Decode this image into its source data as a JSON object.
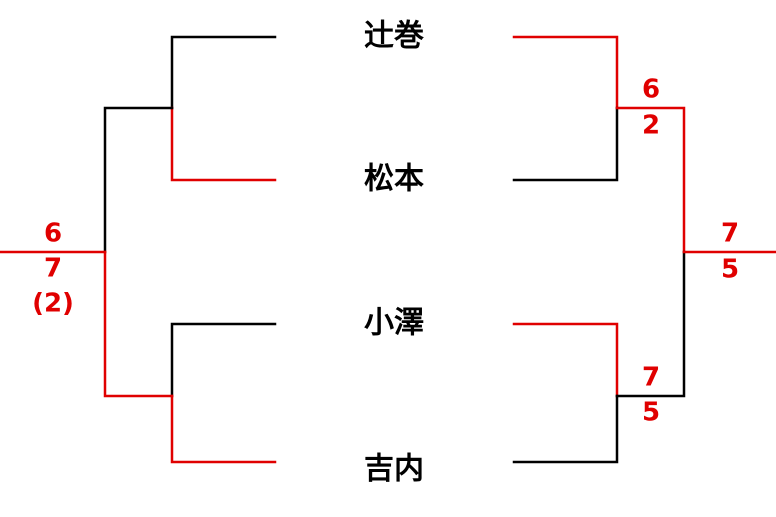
{
  "colors": {
    "win": "#e00000",
    "lose": "#000000"
  },
  "players": [
    "辻巻",
    "松本",
    "小澤",
    "吉内"
  ],
  "left_bracket": {
    "final_scores": [
      "6",
      "7",
      "(2)"
    ]
  },
  "right_bracket": {
    "semi_1_scores": [
      "6",
      "2"
    ],
    "semi_2_scores": [
      "7",
      "5"
    ],
    "final_scores": [
      "7",
      "5"
    ]
  }
}
